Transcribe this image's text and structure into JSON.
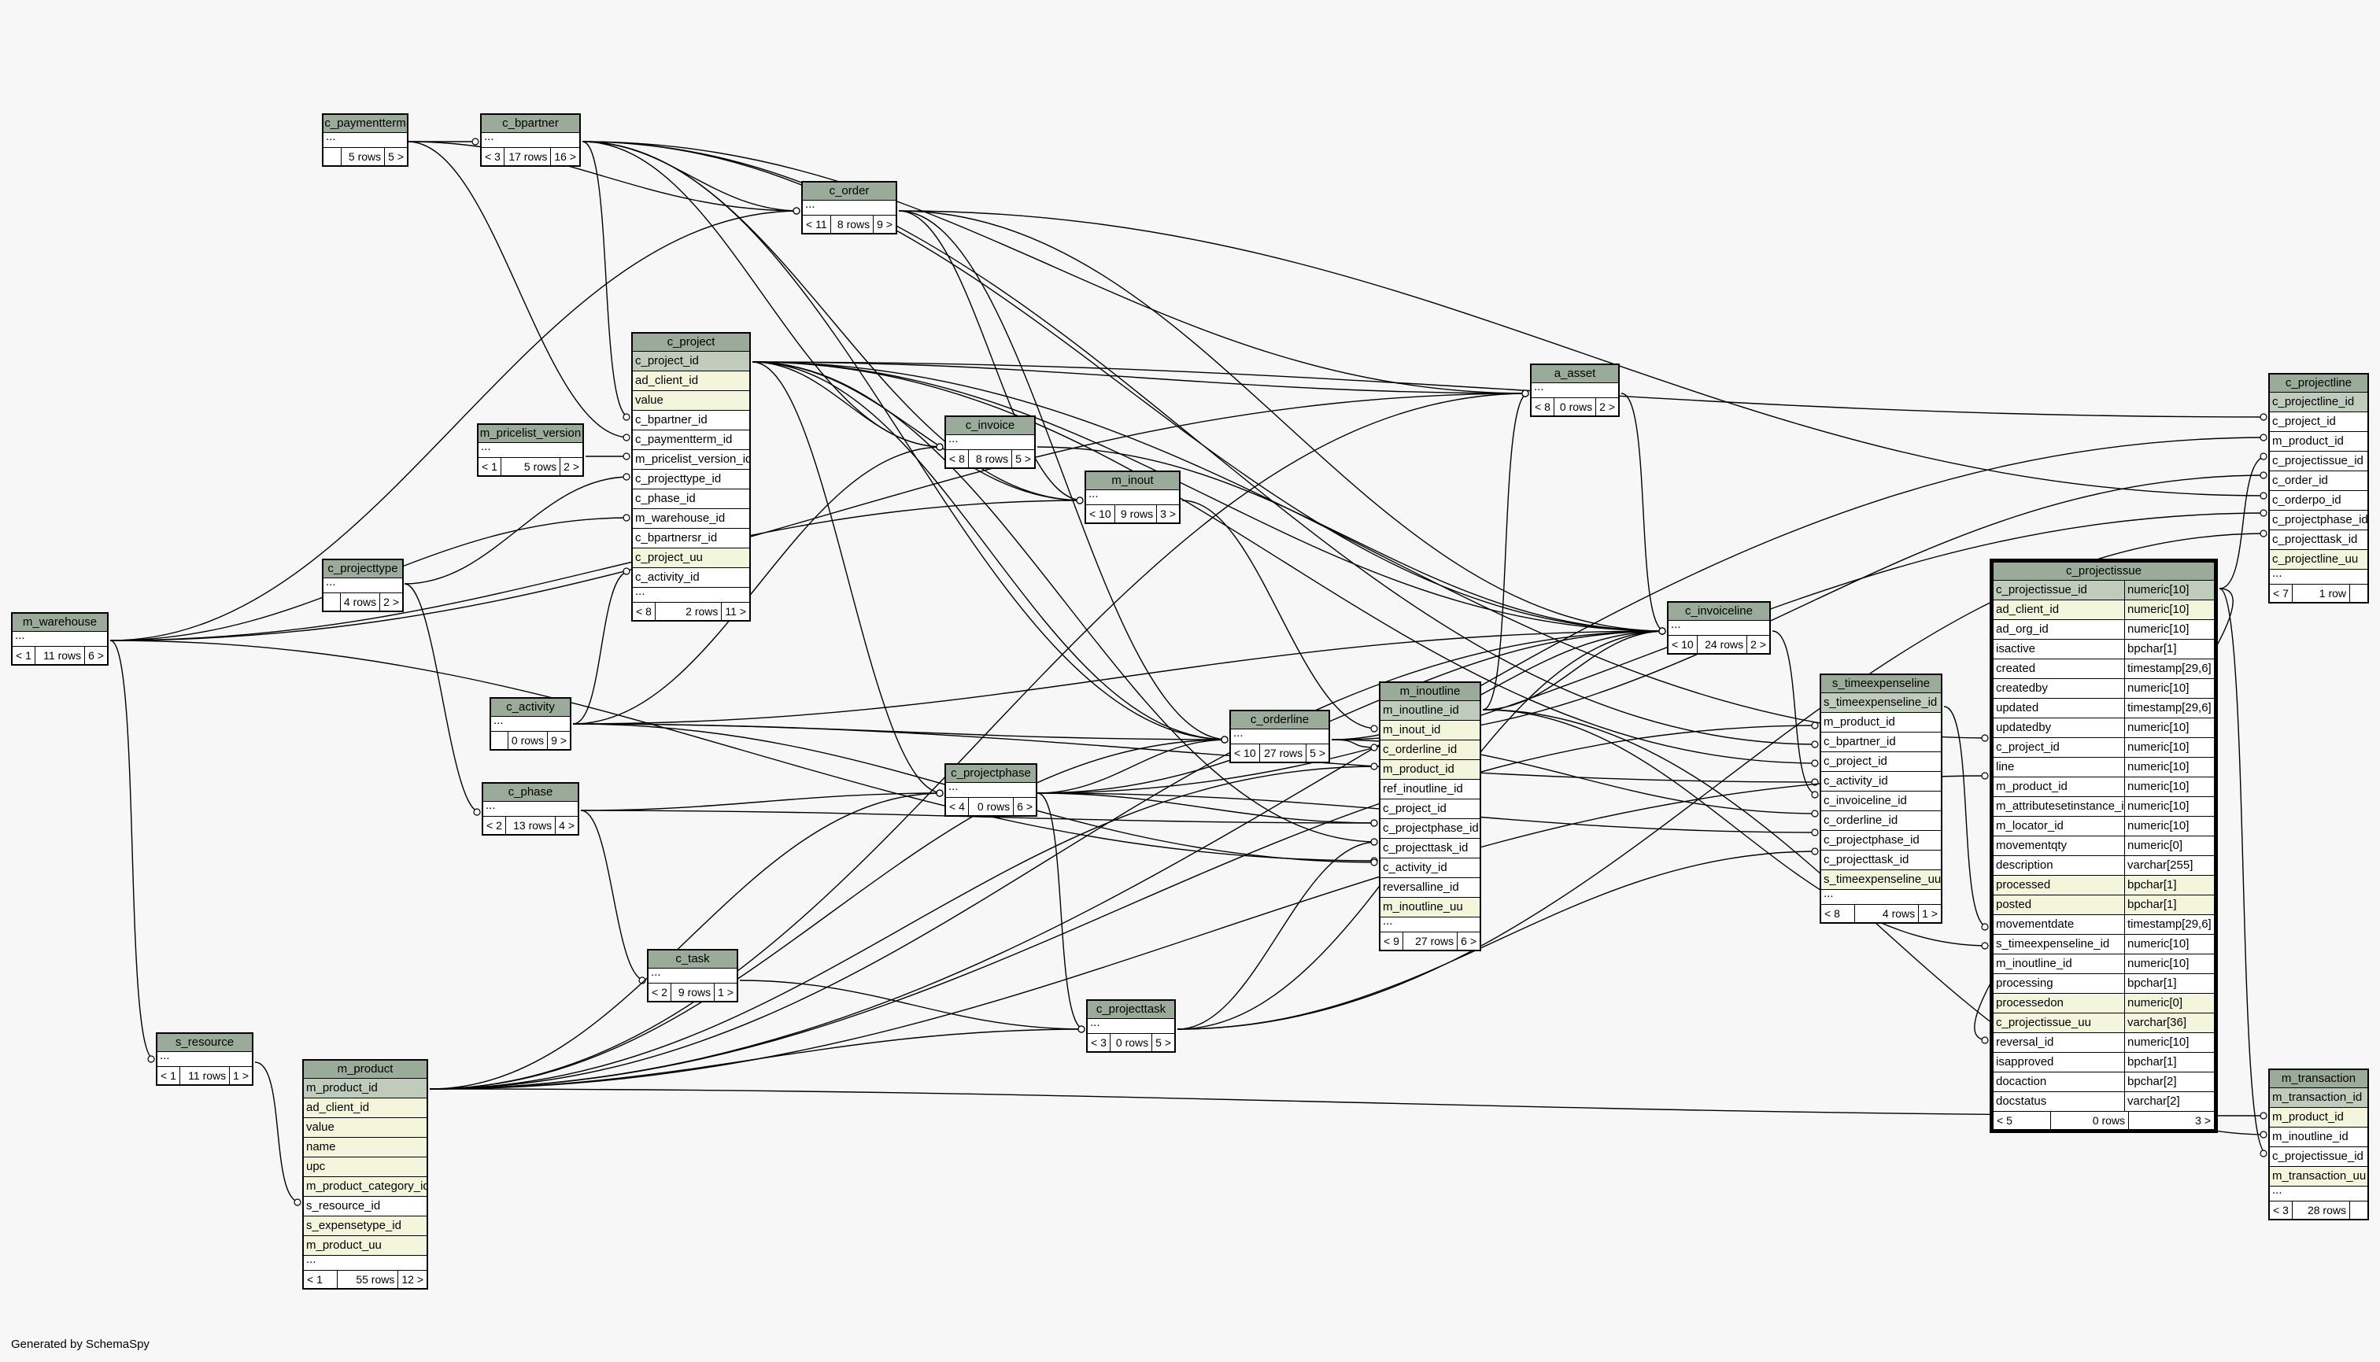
{
  "footer": "Generated by SchemaSpy",
  "tables": {
    "c_paymentterm": {
      "name": "c_paymentterm",
      "more": "...",
      "prev": "",
      "rows": "5 rows",
      "next": "5 >"
    },
    "c_bpartner": {
      "name": "c_bpartner",
      "more": "...",
      "prev": "< 3",
      "rows": "17 rows",
      "next": "16 >"
    },
    "c_order": {
      "name": "c_order",
      "more": "...",
      "prev": "< 11",
      "rows": "8 rows",
      "next": "9 >"
    },
    "c_project": {
      "name": "c_project",
      "cols": [
        "c_project_id",
        "ad_client_id",
        "value",
        "c_bpartner_id",
        "c_paymentterm_id",
        "m_pricelist_version_id",
        "c_projecttype_id",
        "c_phase_id",
        "m_warehouse_id",
        "c_bpartnersr_id",
        "c_project_uu",
        "c_activity_id"
      ],
      "more": "...",
      "prev": "< 8",
      "rows": "2 rows",
      "next": "11 >"
    },
    "m_pricelist_version": {
      "name": "m_pricelist_version",
      "more": "...",
      "prev": "< 1",
      "rows": "5 rows",
      "next": "2 >"
    },
    "c_projecttype": {
      "name": "c_projecttype",
      "more": "...",
      "prev": "",
      "rows": "4 rows",
      "next": "2 >"
    },
    "m_warehouse": {
      "name": "m_warehouse",
      "more": "...",
      "prev": "< 1",
      "rows": "11 rows",
      "next": "6 >"
    },
    "c_activity": {
      "name": "c_activity",
      "more": "...",
      "prev": "",
      "rows": "0 rows",
      "next": "9 >"
    },
    "c_phase": {
      "name": "c_phase",
      "more": "...",
      "prev": "< 2",
      "rows": "13 rows",
      "next": "4 >"
    },
    "c_task": {
      "name": "c_task",
      "more": "...",
      "prev": "< 2",
      "rows": "9 rows",
      "next": "1 >"
    },
    "s_resource": {
      "name": "s_resource",
      "more": "...",
      "prev": "< 1",
      "rows": "11 rows",
      "next": "1 >"
    },
    "m_product": {
      "name": "m_product",
      "cols": [
        "m_product_id",
        "ad_client_id",
        "value",
        "name",
        "upc",
        "m_product_category_id",
        "s_resource_id",
        "s_expensetype_id",
        "m_product_uu"
      ],
      "more": "...",
      "prev": "< 1",
      "rows": "55 rows",
      "next": "12 >"
    },
    "c_invoice": {
      "name": "c_invoice",
      "more": "...",
      "prev": "< 8",
      "rows": "8 rows",
      "next": "5 >"
    },
    "m_inout": {
      "name": "m_inout",
      "more": "...",
      "prev": "< 10",
      "rows": "9 rows",
      "next": "3 >"
    },
    "c_projectphase": {
      "name": "c_projectphase",
      "more": "...",
      "prev": "< 4",
      "rows": "0 rows",
      "next": "6 >"
    },
    "c_orderline": {
      "name": "c_orderline",
      "more": "...",
      "prev": "< 10",
      "rows": "27 rows",
      "next": "5 >"
    },
    "c_projecttask": {
      "name": "c_projecttask",
      "more": "...",
      "prev": "< 3",
      "rows": "0 rows",
      "next": "5 >"
    },
    "m_inoutline": {
      "name": "m_inoutline",
      "cols": [
        "m_inoutline_id",
        "m_inout_id",
        "c_orderline_id",
        "m_product_id",
        "ref_inoutline_id",
        "c_project_id",
        "c_projectphase_id",
        "c_projecttask_id",
        "c_activity_id",
        "reversalline_id",
        "m_inoutline_uu"
      ],
      "more": "...",
      "prev": "< 9",
      "rows": "27 rows",
      "next": "6 >"
    },
    "a_asset": {
      "name": "a_asset",
      "more": "...",
      "prev": "< 8",
      "rows": "0 rows",
      "next": "2 >"
    },
    "c_invoiceline": {
      "name": "c_invoiceline",
      "more": "...",
      "prev": "< 10",
      "rows": "24 rows",
      "next": "2 >"
    },
    "s_timeexpenseline": {
      "name": "s_timeexpenseline",
      "cols": [
        "s_timeexpenseline_id",
        "m_product_id",
        "c_bpartner_id",
        "c_project_id",
        "c_activity_id",
        "c_invoiceline_id",
        "c_orderline_id",
        "c_projectphase_id",
        "c_projecttask_id",
        "s_timeexpenseline_uu"
      ],
      "more": "...",
      "prev": "< 8",
      "rows": "4 rows",
      "next": "1 >"
    },
    "c_projectissue": {
      "name": "c_projectissue",
      "cols": [
        [
          "c_projectissue_id",
          "numeric[10]"
        ],
        [
          "ad_client_id",
          "numeric[10]"
        ],
        [
          "ad_org_id",
          "numeric[10]"
        ],
        [
          "isactive",
          "bpchar[1]"
        ],
        [
          "created",
          "timestamp[29,6]"
        ],
        [
          "createdby",
          "numeric[10]"
        ],
        [
          "updated",
          "timestamp[29,6]"
        ],
        [
          "updatedby",
          "numeric[10]"
        ],
        [
          "c_project_id",
          "numeric[10]"
        ],
        [
          "line",
          "numeric[10]"
        ],
        [
          "m_product_id",
          "numeric[10]"
        ],
        [
          "m_attributesetinstance_id",
          "numeric[10]"
        ],
        [
          "m_locator_id",
          "numeric[10]"
        ],
        [
          "movementqty",
          "numeric[0]"
        ],
        [
          "description",
          "varchar[255]"
        ],
        [
          "processed",
          "bpchar[1]"
        ],
        [
          "posted",
          "bpchar[1]"
        ],
        [
          "movementdate",
          "timestamp[29,6]"
        ],
        [
          "s_timeexpenseline_id",
          "numeric[10]"
        ],
        [
          "m_inoutline_id",
          "numeric[10]"
        ],
        [
          "processing",
          "bpchar[1]"
        ],
        [
          "processedon",
          "numeric[0]"
        ],
        [
          "c_projectissue_uu",
          "varchar[36]"
        ],
        [
          "reversal_id",
          "numeric[10]"
        ],
        [
          "isapproved",
          "bpchar[1]"
        ],
        [
          "docaction",
          "bpchar[2]"
        ],
        [
          "docstatus",
          "varchar[2]"
        ]
      ],
      "prev": "< 5",
      "rows": "0 rows",
      "next": "3 >"
    },
    "c_projectline": {
      "name": "c_projectline",
      "cols": [
        "c_projectline_id",
        "c_project_id",
        "m_product_id",
        "c_projectissue_id",
        "c_order_id",
        "c_orderpo_id",
        "c_projectphase_id",
        "c_projecttask_id",
        "c_projectline_uu"
      ],
      "more": "...",
      "prev": "< 7",
      "rows": "1 row",
      "next": ""
    },
    "m_transaction": {
      "name": "m_transaction",
      "cols": [
        "m_transaction_id",
        "m_product_id",
        "m_inoutline_id",
        "c_projectissue_id",
        "m_transaction_uu"
      ],
      "more": "...",
      "prev": "< 3",
      "rows": "28 rows",
      "next": ""
    }
  }
}
